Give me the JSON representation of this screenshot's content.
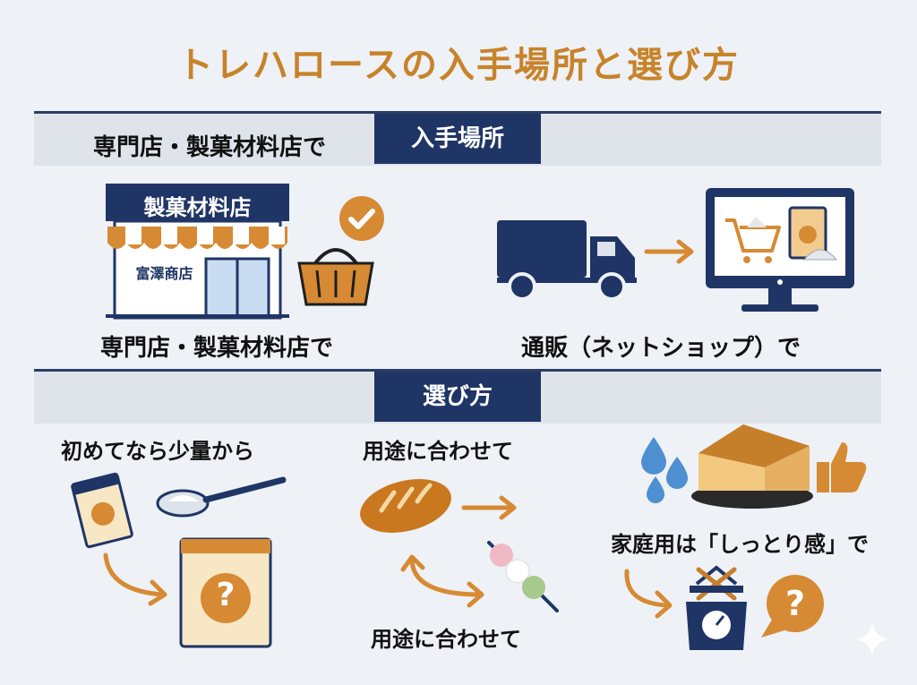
{
  "title": "トレハロースの入手場所と選び方",
  "section1": {
    "band_text": "専門店・製菓材料店で",
    "band_label": "入手場所",
    "store_sign": "製菓材料店",
    "store_name": "富澤商店",
    "store_caption": "専門店・製菓材料店で",
    "online_caption": "通販（ネットショップ）で"
  },
  "section2": {
    "band_label": "選び方",
    "col1_caption": "初めてなら少量から",
    "col2_caption_top": "用途に合わせて",
    "col2_caption_bottom": "用途に合わせて",
    "col3_caption": "家庭用は「しっとり感」で",
    "question_mark": "?"
  },
  "colors": {
    "accent": "#c7832a",
    "navy": "#1f3565",
    "band": "#dfe3ea",
    "background": "#eef1f6"
  },
  "icons": [
    "store-icon",
    "checkmark-icon",
    "basket-icon",
    "truck-icon",
    "arrow-right-icon",
    "monitor-cart-icon",
    "sugar-pack-icon",
    "spoon-icon",
    "question-bag-icon",
    "bread-icon",
    "dango-icon",
    "water-drops-icon",
    "cake-icon",
    "thumbs-up-icon",
    "scale-icon",
    "speech-bubble-question-icon",
    "sparkle-icon"
  ]
}
